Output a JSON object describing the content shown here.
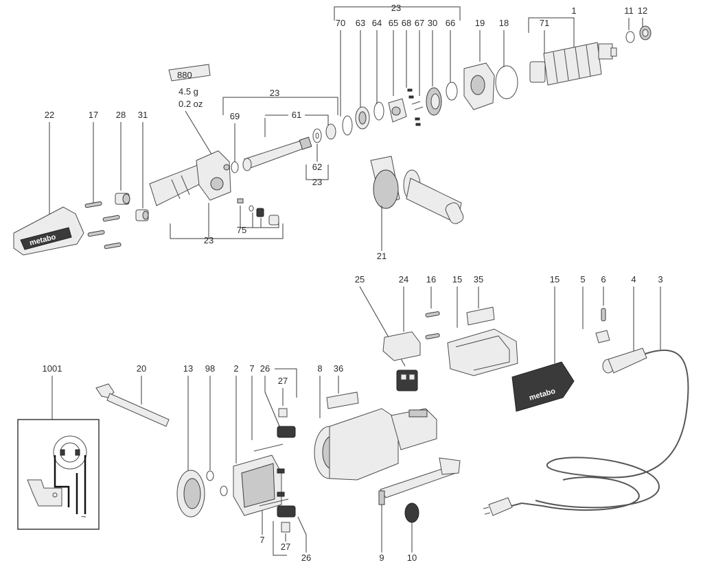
{
  "labels": {
    "l23_top": "23",
    "l1": "1",
    "l11": "11",
    "l12": "12",
    "l70": "70",
    "l63": "63",
    "l64": "64",
    "l65": "65",
    "l68": "68",
    "l67": "67",
    "l30": "30",
    "l66": "66",
    "l19": "19",
    "l18": "18",
    "l71": "71",
    "l880": "880",
    "weight_g": "4.5 g",
    "weight_oz": "0.2 oz",
    "l23_mid": "23",
    "l61": "61",
    "l69": "69",
    "l62": "62",
    "l23_62": "23",
    "l22": "22",
    "l17": "17",
    "l28": "28",
    "l31": "31",
    "l75": "75",
    "l23_bot": "23",
    "l21": "21",
    "l25": "25",
    "l24": "24",
    "l16": "16",
    "l15a": "15",
    "l35": "35",
    "l15b": "15",
    "l5": "5",
    "l6": "6",
    "l4": "4",
    "l3": "3",
    "l1001": "1001",
    "l20": "20",
    "l13": "13",
    "l98": "98",
    "l2": "2",
    "l7a": "7",
    "l26a": "26",
    "l27a": "27",
    "l8": "8",
    "l36": "36",
    "l7b": "7",
    "l27b": "27",
    "l26b": "26",
    "l9": "9",
    "l10": "10"
  },
  "brand_text": "metabo"
}
